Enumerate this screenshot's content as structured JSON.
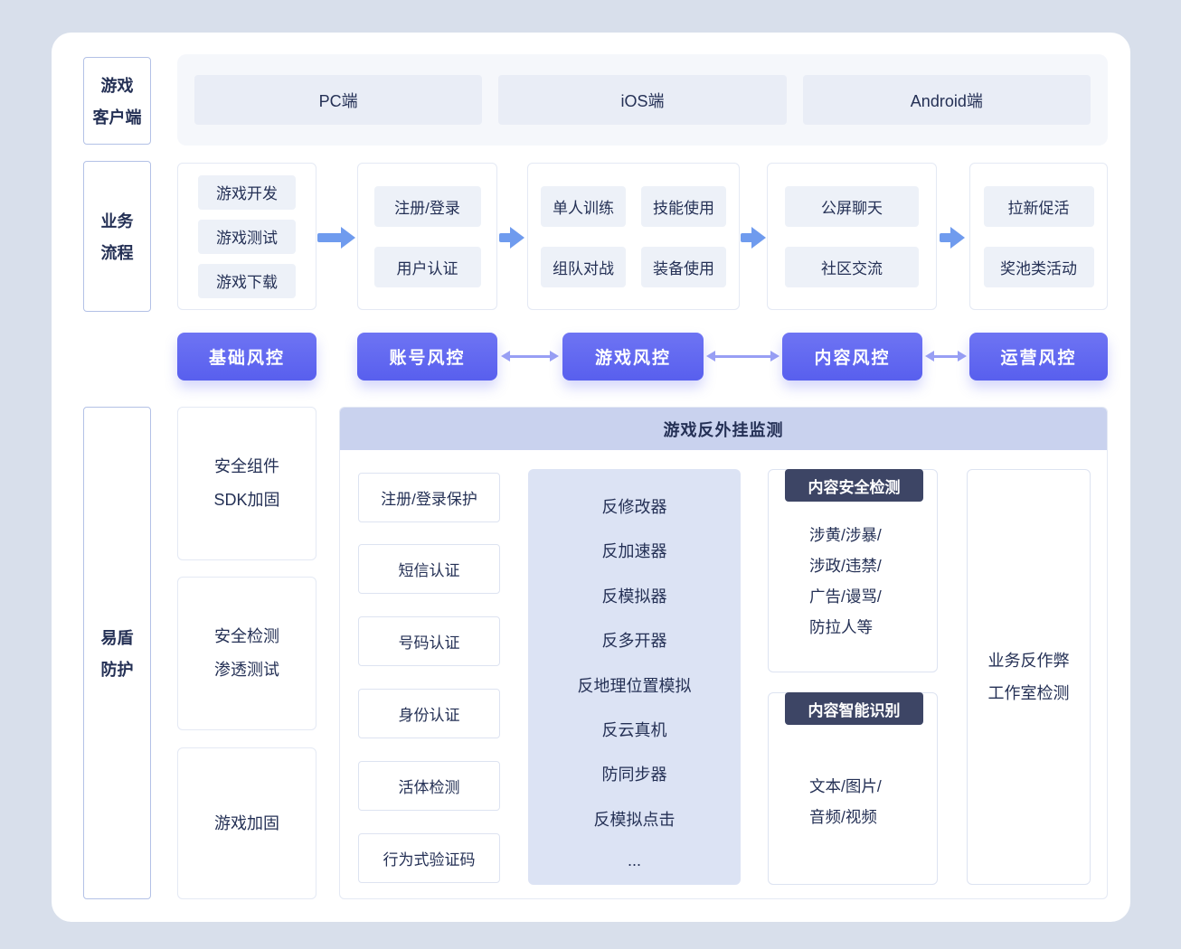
{
  "colors": {
    "page_background": "#d8dfeb",
    "card_background": "#ffffff",
    "accent_purple": "#5f66f0",
    "arrow_blue": "#6f9bee",
    "double_arrow_purple": "#989ff4",
    "header_band": "#c9d2ee",
    "dark_tag": "#3d4565",
    "text": "#243055",
    "light_item": "#edf1f8"
  },
  "client": {
    "label_lines": [
      "游戏",
      "客户端"
    ],
    "platforms": [
      "PC端",
      "iOS端",
      "Android端"
    ]
  },
  "process": {
    "label_lines": [
      "业务",
      "流程"
    ],
    "groups": [
      {
        "items": [
          "游戏开发",
          "游戏测试",
          "游戏下载"
        ]
      },
      {
        "items": [
          "注册/登录",
          "用户认证"
        ]
      },
      {
        "items": [
          "单人训练",
          "技能使用",
          "组队对战",
          "装备使用"
        ]
      },
      {
        "items": [
          "公屏聊天",
          "社区交流"
        ]
      },
      {
        "items": [
          "拉新促活",
          "奖池类活动"
        ]
      }
    ]
  },
  "risk": {
    "buttons": [
      "基础风控",
      "账号风控",
      "游戏风控",
      "内容风控",
      "运营风控"
    ]
  },
  "protection": {
    "label_lines": [
      "易盾",
      "防护"
    ],
    "left_boxes": [
      {
        "lines": [
          "安全组件",
          "SDK加固"
        ]
      },
      {
        "lines": [
          "安全检测",
          "渗透测试"
        ]
      },
      {
        "lines": [
          "游戏加固"
        ]
      }
    ],
    "panel": {
      "title": "游戏反外挂监测",
      "auth_items": [
        "注册/登录保护",
        "短信认证",
        "号码认证",
        "身份认证",
        "活体检测",
        "行为式验证码"
      ],
      "anti_items": [
        "反修改器",
        "反加速器",
        "反模拟器",
        "反多开器",
        "反地理位置模拟",
        "反云真机",
        "防同步器",
        "反模拟点击",
        "..."
      ],
      "content_security": {
        "tag": "内容安全检测",
        "lines": [
          "涉黄/涉暴/",
          "涉政/违禁/",
          "广告/谩骂/",
          "防拉人等"
        ]
      },
      "content_ai": {
        "tag": "内容智能识别",
        "lines": [
          "文本/图片/",
          "音频/视频"
        ]
      },
      "studio": {
        "lines": [
          "业务反作弊",
          "工作室检测"
        ]
      }
    }
  }
}
